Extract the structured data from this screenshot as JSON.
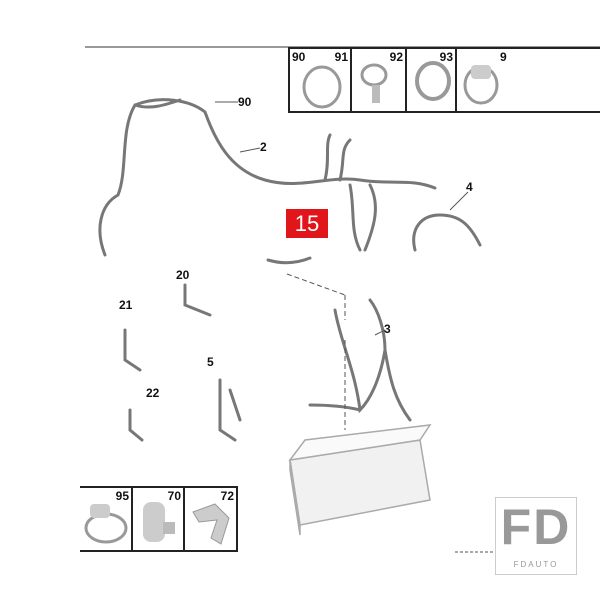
{
  "callout": "15",
  "labels": {
    "p90": "90",
    "p2": "2",
    "p4": "4",
    "p20": "20",
    "p21": "21",
    "p3": "3",
    "p5": "5",
    "p22": "22"
  },
  "top_table": [
    "90",
    "91",
    "92",
    "93",
    "9"
  ],
  "bottom_table": [
    "95",
    "70",
    "72"
  ],
  "logo": {
    "mark": "FD",
    "text": "FDAUTO"
  },
  "colors": {
    "callout": "#e0161b"
  }
}
